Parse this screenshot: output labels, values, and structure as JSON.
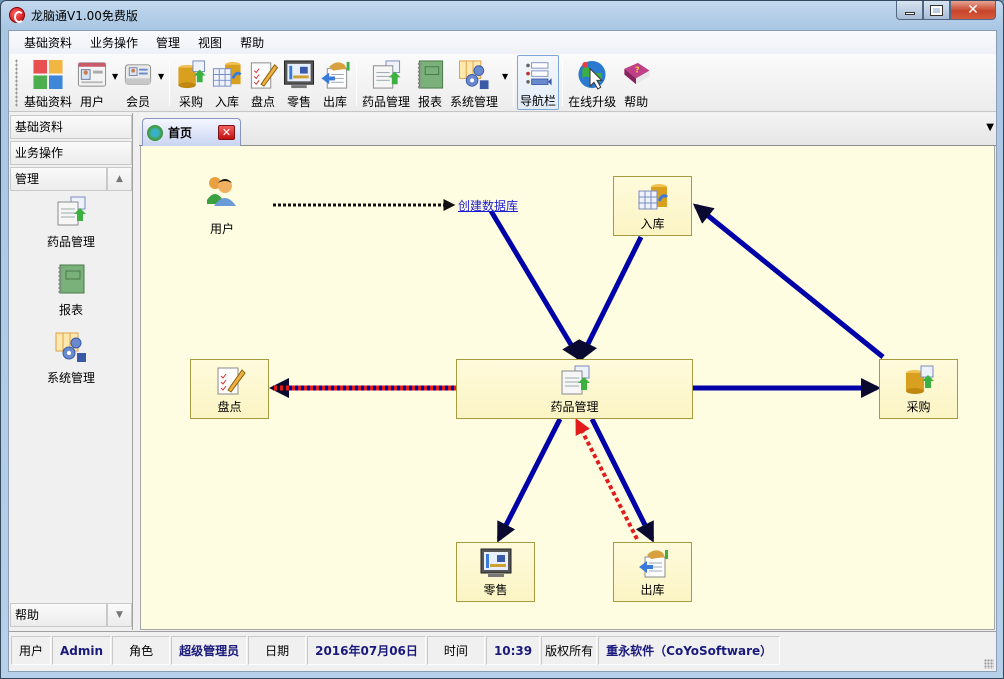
{
  "window": {
    "title": "龙脑通V1.00免费版",
    "controls": {
      "minimize": "minimize",
      "maximize": "maximize",
      "close": "✕"
    }
  },
  "menubar": {
    "items": [
      {
        "label": "基础资料"
      },
      {
        "label": "业务操作"
      },
      {
        "label": "管理"
      },
      {
        "label": "视图"
      },
      {
        "label": "帮助"
      }
    ]
  },
  "toolbar": {
    "buttons": [
      {
        "label": "基础资料",
        "icon": "tiles-icon"
      },
      {
        "label": "用户",
        "icon": "user-card-icon",
        "dropdown": true
      },
      {
        "label": "会员",
        "icon": "member-card-icon",
        "dropdown": true
      },
      {
        "label": "采购",
        "icon": "purchase-icon"
      },
      {
        "label": "入库",
        "icon": "stock-in-icon"
      },
      {
        "label": "盘点",
        "icon": "inventory-check-icon"
      },
      {
        "label": "零售",
        "icon": "retail-icon"
      },
      {
        "label": "出库",
        "icon": "stock-out-icon"
      },
      {
        "label": "药品管理",
        "icon": "drug-management-icon"
      },
      {
        "label": "报表",
        "icon": "report-icon"
      },
      {
        "label": "系统管理",
        "icon": "system-settings-icon",
        "dropdown": true
      },
      {
        "label": "导航栏",
        "icon": "navigation-bar-icon",
        "active": true
      },
      {
        "label": "在线升级",
        "icon": "online-upgrade-icon"
      },
      {
        "label": "帮助",
        "icon": "help-book-icon"
      }
    ]
  },
  "sidebar": {
    "sections": [
      {
        "label": "基础资料"
      },
      {
        "label": "业务操作"
      },
      {
        "label": "管理",
        "expanded": true,
        "arrow": "▲"
      },
      {
        "label": "帮助",
        "arrow": "▼"
      }
    ],
    "items": [
      {
        "label": "药品管理",
        "icon": "drug-management-icon"
      },
      {
        "label": "报表",
        "icon": "report-icon"
      },
      {
        "label": "系统管理",
        "icon": "system-settings-icon"
      }
    ]
  },
  "tabs": [
    {
      "label": "首页",
      "icon": "home-recycle-icon",
      "close": "✕"
    }
  ],
  "tab_menu": "▼",
  "diagram": {
    "user_node": {
      "label": "用户"
    },
    "db_link": {
      "label": "创建数据库"
    },
    "nodes": {
      "ruku": {
        "label": "入库"
      },
      "pandian": {
        "label": "盘点"
      },
      "yaopin": {
        "label": "药品管理"
      },
      "caigou": {
        "label": "采购"
      },
      "lingshou": {
        "label": "零售"
      },
      "chuku": {
        "label": "出库"
      }
    },
    "colors": {
      "flow": "#0000a8",
      "return": "#e21b1b",
      "dotted": "#111111",
      "node_border": "#a69c3f",
      "background": "#fffde1"
    }
  },
  "statusbar": {
    "cells": [
      {
        "label": "用户",
        "value": "Admin"
      },
      {
        "label": "角色",
        "value": "超级管理员"
      },
      {
        "label": "日期",
        "value": "2016年07月06日"
      },
      {
        "label": "时间",
        "value": "10:39"
      },
      {
        "label": "版权所有",
        "value": "重永软件（CoYoSoftware）"
      }
    ]
  }
}
